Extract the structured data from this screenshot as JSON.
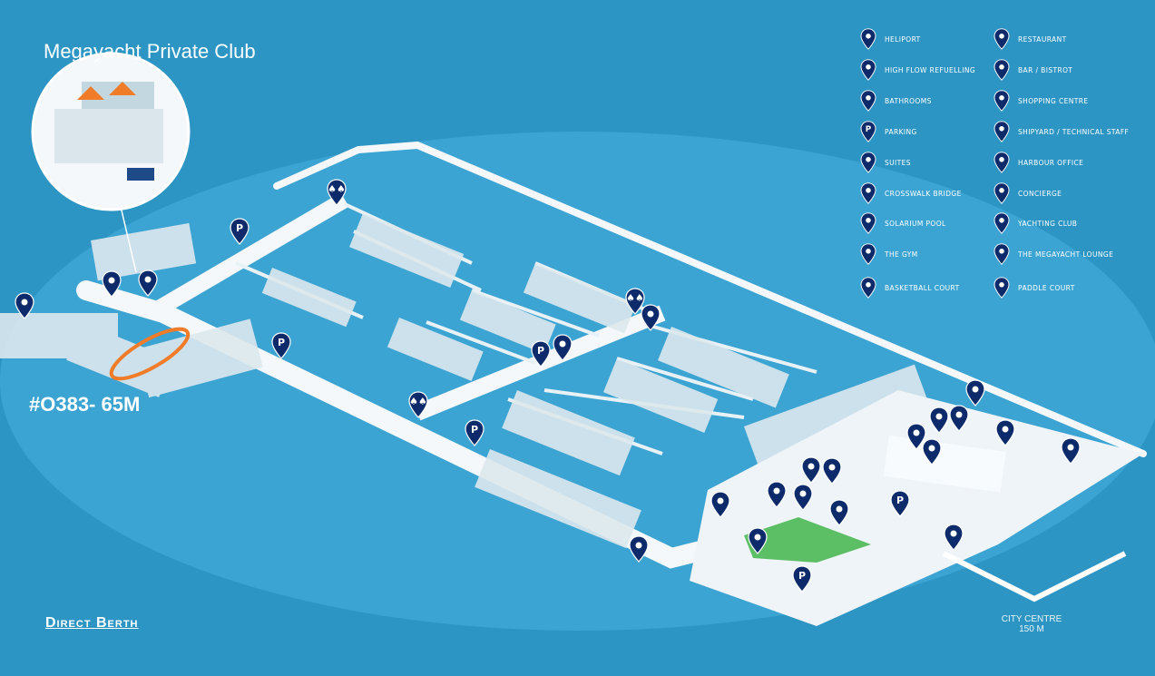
{
  "title": "Megayacht Private Club",
  "berth_label": "#O383- 65M",
  "direct_berth_link": "Direct Berth",
  "city_centre": {
    "line1": "CITY CENTRE",
    "line2": "150 M"
  },
  "legend": [
    {
      "label": "HELIPORT",
      "icon": "helicopter-icon"
    },
    {
      "label": "HIGH FLOW REFUELLING",
      "icon": "fuel-pump-icon"
    },
    {
      "label": "BATHROOMS",
      "icon": "restroom-icon"
    },
    {
      "label": "PARKING",
      "icon": "parking-icon"
    },
    {
      "label": "SUITES",
      "icon": "suite-icon"
    },
    {
      "label": "CROSSWALK BRIDGE",
      "icon": "pedestrian-icon"
    },
    {
      "label": "SOLARIUM POOL",
      "icon": "pool-ladder-icon"
    },
    {
      "label": "THE GYM",
      "icon": "dumbbell-icon"
    },
    {
      "label": "BASKETBALL COURT",
      "icon": "basketball-icon"
    },
    {
      "label": "RESTAURANT",
      "icon": "restaurant-icon"
    },
    {
      "label": "BAR / BISTROT",
      "icon": "cocktail-icon"
    },
    {
      "label": "SHOPPING CENTRE",
      "icon": "shopping-bag-icon"
    },
    {
      "label": "SHIPYARD / TECHNICAL STAFF",
      "icon": "worker-icon"
    },
    {
      "label": "HARBOUR OFFICE",
      "icon": "headset-icon"
    },
    {
      "label": "CONCIERGE",
      "icon": "concierge-icon"
    },
    {
      "label": "YACHTING CLUB",
      "icon": "captain-icon"
    },
    {
      "label": "THE MEGAYACHT LOUNGE",
      "icon": "lounge-icon"
    },
    {
      "label": "PADDLE COURT",
      "icon": "paddle-icon"
    }
  ],
  "map_markers": [
    {
      "type": "heliport",
      "icon": "helicopter-icon"
    },
    {
      "type": "refuelling",
      "icon": "fuel-pump-icon"
    },
    {
      "type": "megayacht-lounge",
      "icon": "lounge-icon"
    },
    {
      "type": "bathrooms",
      "icon": "restroom-icon",
      "glyph": "♠♠"
    },
    {
      "type": "parking",
      "icon": "parking-icon",
      "glyph": "P"
    },
    {
      "type": "parking",
      "icon": "parking-icon",
      "glyph": "P"
    },
    {
      "type": "bathrooms",
      "icon": "restroom-icon",
      "glyph": "♠♠"
    },
    {
      "type": "basketball",
      "icon": "basketball-icon"
    },
    {
      "type": "parking",
      "icon": "parking-icon",
      "glyph": "P"
    },
    {
      "type": "paddle",
      "icon": "paddle-icon"
    },
    {
      "type": "bathrooms",
      "icon": "restroom-icon",
      "glyph": "♠♠"
    },
    {
      "type": "parking",
      "icon": "parking-icon",
      "glyph": "P"
    },
    {
      "type": "worker",
      "icon": "worker-icon"
    },
    {
      "type": "harbour-office",
      "icon": "headset-icon"
    },
    {
      "type": "concierge",
      "icon": "concierge-icon"
    },
    {
      "type": "shopping",
      "icon": "shopping-bag-icon"
    },
    {
      "type": "bar",
      "icon": "cocktail-icon"
    },
    {
      "type": "restaurant",
      "icon": "restaurant-icon"
    },
    {
      "type": "bar",
      "icon": "cocktail-icon"
    },
    {
      "type": "restaurant",
      "icon": "restaurant-icon"
    },
    {
      "type": "suites",
      "icon": "suite-icon"
    },
    {
      "type": "bar",
      "icon": "cocktail-icon"
    },
    {
      "type": "yachting-club",
      "icon": "captain-icon"
    },
    {
      "type": "gym",
      "icon": "dumbbell-icon"
    },
    {
      "type": "worker",
      "icon": "worker-icon"
    },
    {
      "type": "parking",
      "icon": "parking-icon",
      "glyph": "P"
    },
    {
      "type": "crosswalk",
      "icon": "pedestrian-icon"
    },
    {
      "type": "pool",
      "icon": "pool-ladder-icon"
    },
    {
      "type": "parking",
      "icon": "parking-icon",
      "glyph": "P"
    },
    {
      "type": "refuelling",
      "icon": "fuel-pump-icon"
    }
  ],
  "colors": {
    "sea": "#2d95c4",
    "water": "#3ba4d2",
    "pier": "#f4f8fb",
    "boat": "#dde8ee",
    "pin": "#0d2a6b",
    "highlight": "#f07c2a",
    "green": "#5cbf66"
  }
}
